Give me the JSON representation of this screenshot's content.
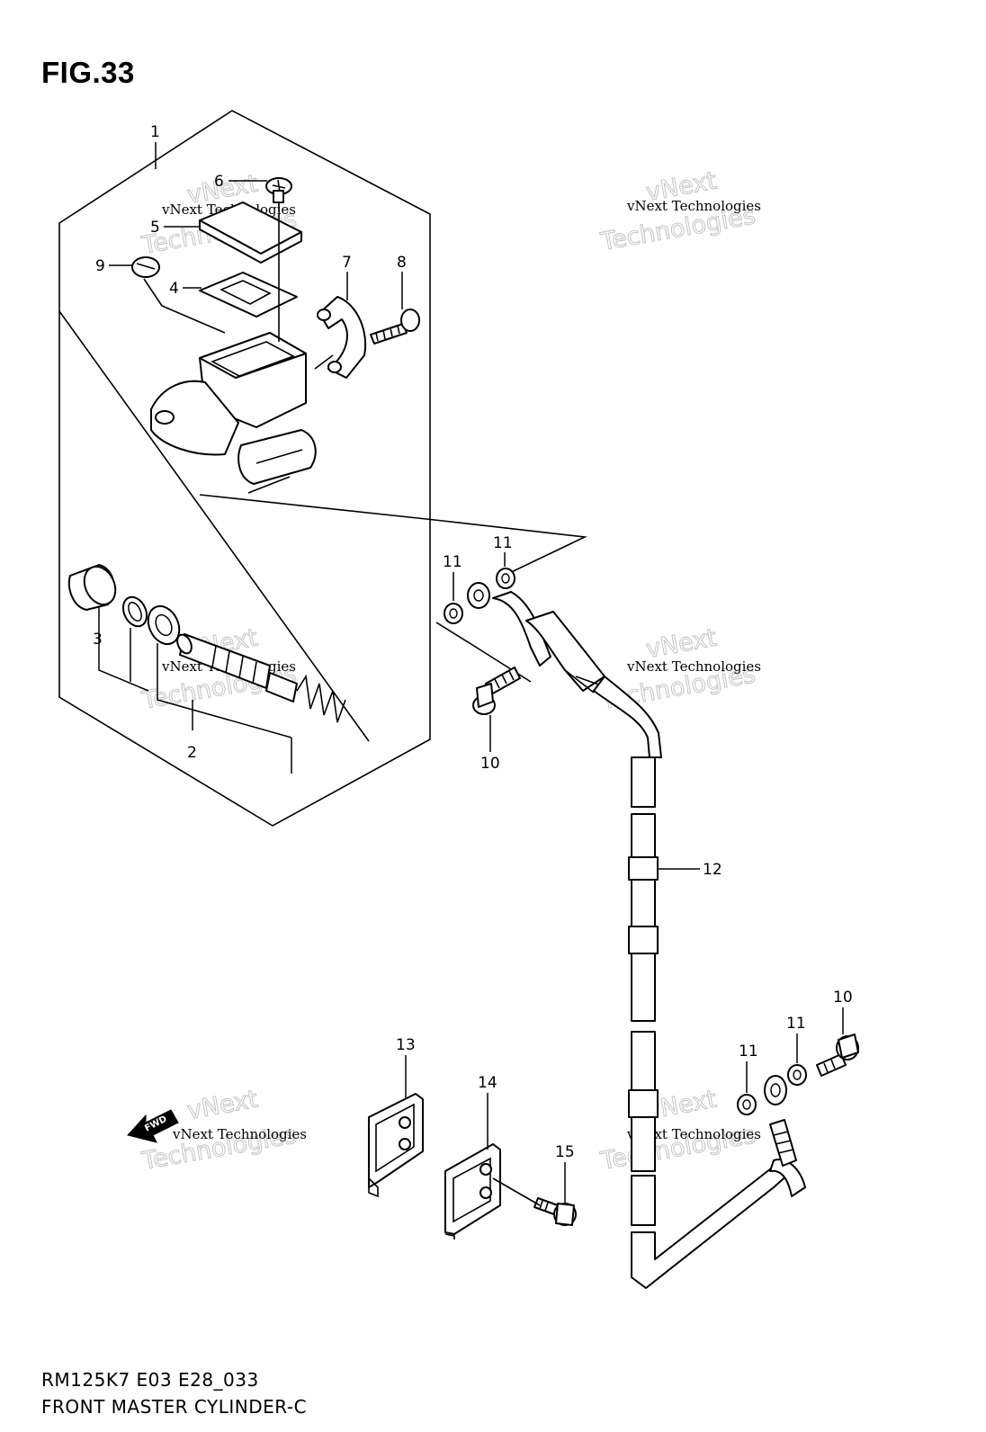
{
  "figure": {
    "title": "FIG.33"
  },
  "footer": {
    "code": "RM125K7 E03 E28_033",
    "title": "FRONT MASTER CYLINDER-C"
  },
  "watermark": {
    "line1": "vNext Technologies",
    "line2": "vNext",
    "line3": "Technologies"
  },
  "direction_arrow": {
    "label": "FWD"
  },
  "callouts": {
    "c1": "1",
    "c2": "2",
    "c3": "3",
    "c4": "4",
    "c5": "5",
    "c6": "6",
    "c7": "7",
    "c8": "8",
    "c9": "9",
    "c10a": "10",
    "c10b": "10",
    "c11a": "11",
    "c11b": "11",
    "c11c": "11",
    "c11d": "11",
    "c12": "12",
    "c13": "13",
    "c14": "14",
    "c15": "15"
  }
}
